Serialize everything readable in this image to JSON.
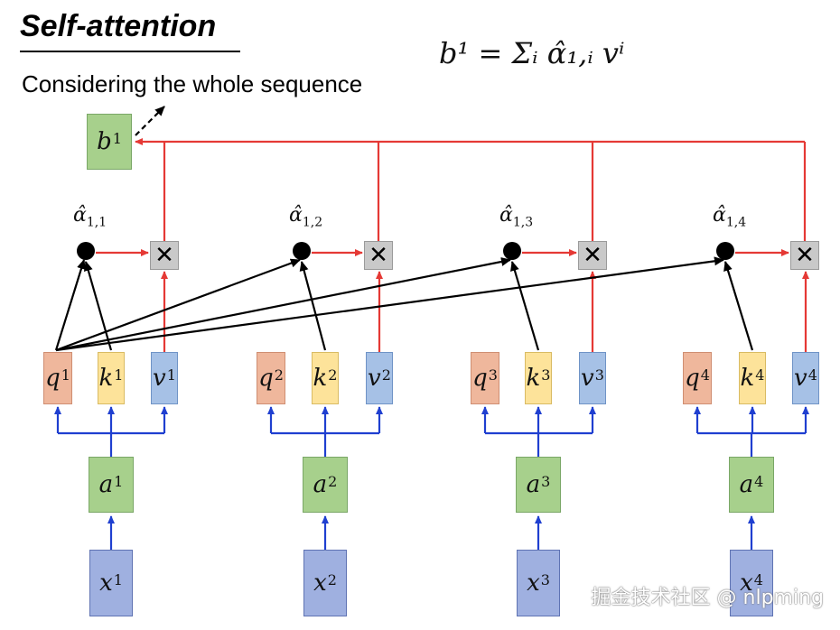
{
  "slide": {
    "title": "Self-attention",
    "subtitle": "Considering the whole sequence",
    "formula": "b¹ = Σᵢ α̂₁,ᵢ vⁱ",
    "multiply_symbol": "✕",
    "watermark": "掘金技术社区 @ nlpming"
  },
  "output": {
    "label": "b",
    "sup": "1"
  },
  "tokens": [
    {
      "q": "q",
      "k": "k",
      "v": "v",
      "a": "a",
      "x": "x",
      "sup": "1",
      "alpha": "α̂",
      "alpha_sub": "1,1"
    },
    {
      "q": "q",
      "k": "k",
      "v": "v",
      "a": "a",
      "x": "x",
      "sup": "2",
      "alpha": "α̂",
      "alpha_sub": "1,2"
    },
    {
      "q": "q",
      "k": "k",
      "v": "v",
      "a": "a",
      "x": "x",
      "sup": "3",
      "alpha": "α̂",
      "alpha_sub": "1,3"
    },
    {
      "q": "q",
      "k": "k",
      "v": "v",
      "a": "a",
      "x": "x",
      "sup": "4",
      "alpha": "α̂",
      "alpha_sub": "1,4"
    }
  ],
  "colors": {
    "red_arrow": "#e53935",
    "blue_arrow": "#1f3fd0",
    "black_arrow": "#000000"
  }
}
